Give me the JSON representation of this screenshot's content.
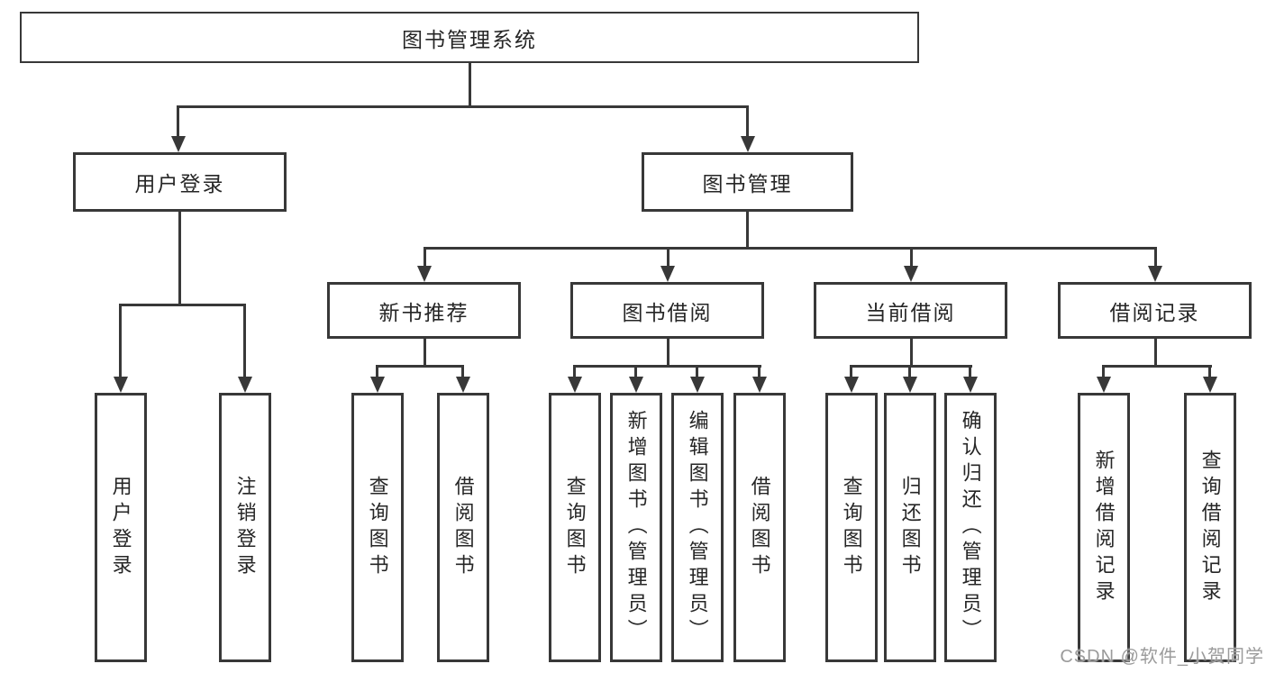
{
  "diagram": {
    "root": "图书管理系统",
    "branches": [
      {
        "label": "用户登录",
        "children": [
          {
            "label": "用户登录"
          },
          {
            "label": "注销登录"
          }
        ]
      },
      {
        "label": "图书管理",
        "modules": [
          {
            "label": "新书推荐",
            "children": [
              {
                "label": "查询图书"
              },
              {
                "label": "借阅图书"
              }
            ]
          },
          {
            "label": "图书借阅",
            "children": [
              {
                "label": "查询图书"
              },
              {
                "label": "新增图书（管理员）"
              },
              {
                "label": "编辑图书（管理员）"
              },
              {
                "label": "借阅图书"
              }
            ]
          },
          {
            "label": "当前借阅",
            "children": [
              {
                "label": "查询图书"
              },
              {
                "label": "归还图书"
              },
              {
                "label": "确认归还（管理员）"
              }
            ]
          },
          {
            "label": "借阅记录",
            "children": [
              {
                "label": "新增借阅记录"
              },
              {
                "label": "查询借阅记录"
              }
            ]
          }
        ]
      }
    ]
  },
  "watermark": "CSDN @软件_小贺同学",
  "colors": {
    "line": "#383838",
    "text": "#262626",
    "watermark": "#9b9b9b",
    "background": "#ffffff"
  }
}
